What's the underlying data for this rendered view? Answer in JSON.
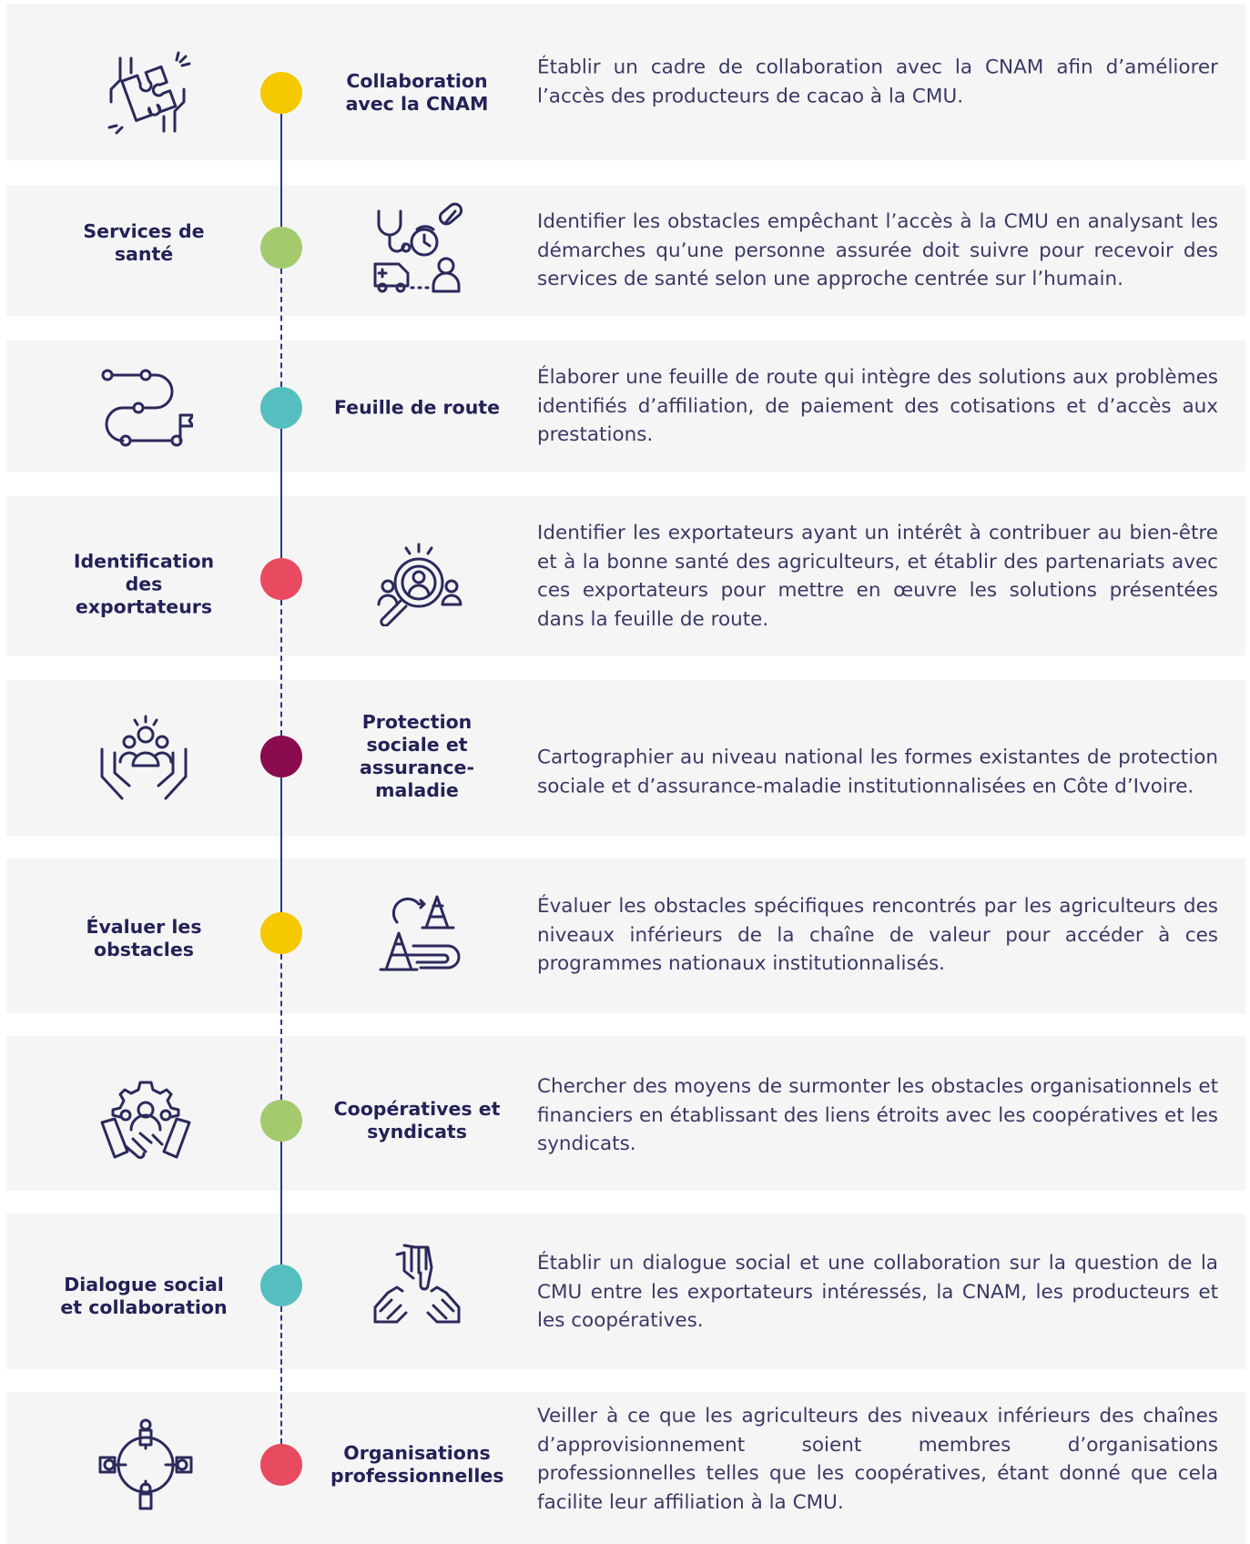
{
  "steps": [
    {
      "title": "Collaboration avec la CNAM",
      "icon": "puzzle-hands-icon",
      "label_side": "right",
      "dot_color": "#f6c800",
      "text": "Établir un cadre de collaboration avec la CNAM afin d’améliorer l’accès des producteurs de cacao à la CMU."
    },
    {
      "title": "Services de santé",
      "icon": "health-services-icon",
      "label_side": "left",
      "dot_color": "#a3cb6e",
      "text": "Identifier les obstacles empêchant l’accès à la CMU en analysant les démarches qu’une personne assurée doit suivre pour recevoir des services de santé selon une approche centrée sur l’humain."
    },
    {
      "title": "Feuille de route",
      "icon": "roadmap-icon",
      "label_side": "right",
      "dot_color": "#55bfbf",
      "text": "Élaborer une feuille de route qui intègre des solutions aux problèmes identifiés d’affiliation, de paiement des cotisations et d’accès aux prestations."
    },
    {
      "title": "Identification des exportateurs",
      "icon": "magnifier-person-icon",
      "label_side": "left",
      "dot_color": "#e84b5f",
      "text": "Identifier les exportateurs ayant un intérêt à contribuer au bien-être et à la bonne santé des agriculteurs, et établir des partenariats avec ces exportateurs pour mettre en œuvre les solutions présentées dans la feuille de route."
    },
    {
      "title": "Protection sociale et assurance-maladie",
      "icon": "hands-protect-people-icon",
      "label_side": "right",
      "dot_color": "#8a0c4e",
      "text": "Cartographier au niveau national les formes existantes de protection sociale et d’assurance-maladie institutionnalisées en Côte d’Ivoire."
    },
    {
      "title": "Évaluer les obstacles",
      "icon": "traffic-cones-path-icon",
      "label_side": "left",
      "dot_color": "#f6c800",
      "text": "Évaluer les obstacles spécifiques rencontrés par les agriculteurs des niveaux inférieurs de la chaîne de valeur pour accéder à ces programmes nationaux institutionnalisés."
    },
    {
      "title": "Coopératives et syndicats",
      "icon": "gear-handshake-icon",
      "label_side": "right",
      "dot_color": "#a3cb6e",
      "text": "Chercher des moyens de surmonter les obstacles organisationnels et financiers en établissant des liens étroits avec les coopératives et les syndicats."
    },
    {
      "title": "Dialogue social et collaboration",
      "icon": "three-hands-icon",
      "label_side": "left",
      "dot_color": "#55bfbf",
      "text": "Établir un dialogue social et une collaboration sur la question de la CMU entre les exportateurs intéressés, la CNAM, les producteurs et les coopératives."
    },
    {
      "title": "Organisations professionnelles",
      "icon": "network-people-icon",
      "label_side": "right",
      "dot_color": "#e84b5f",
      "text": "Veiller à ce que les agriculteurs des niveaux inférieurs des chaînes d’approvisionnement soient membres d’organisations professionnelles telles que les coopératives, étant donné que cela facilite leur affiliation à la CMU."
    }
  ]
}
